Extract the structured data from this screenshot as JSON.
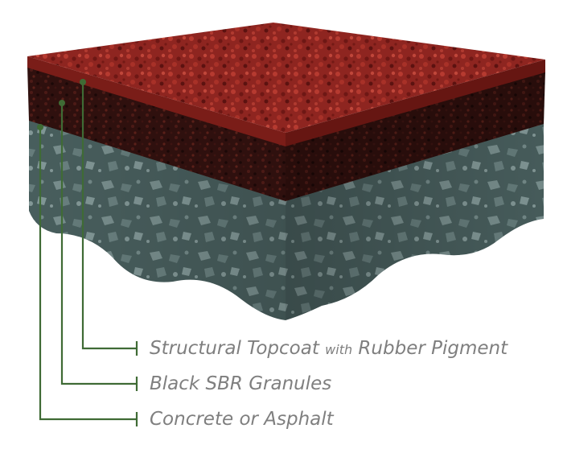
{
  "layers": [
    {
      "id": "topcoat",
      "label_main": "Structural Topcoat ",
      "label_small": "with",
      "label_tail": " Rubber Pigment",
      "color": "#9a2a22"
    },
    {
      "id": "sbr",
      "label_main": "Black SBR Granules",
      "color": "#3a1512"
    },
    {
      "id": "base",
      "label_main": "Concrete or Asphalt",
      "color": "#4a605e"
    }
  ],
  "leader_color": "#3f6b35",
  "label_color": "#7f7f7f"
}
